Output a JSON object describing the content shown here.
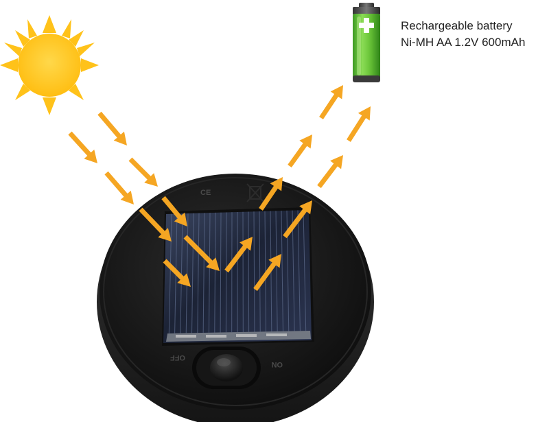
{
  "battery": {
    "label_line1": "Rechargeable battery",
    "label_line2": "Ni-MH AA    1.2V 600mAh"
  },
  "lamp_marks": {
    "off_label": "OFF",
    "on_label": "ON",
    "ce_mark": "CE"
  },
  "colors": {
    "sun": "#ffc21a",
    "arrow": "#f5a623",
    "battery_fill": "#6cc63a",
    "lamp_body": "#1a1a1a",
    "panel": "#1e2538"
  },
  "icons": {
    "sun": "sun-icon",
    "battery": "battery-icon",
    "plus": "plus-icon"
  }
}
